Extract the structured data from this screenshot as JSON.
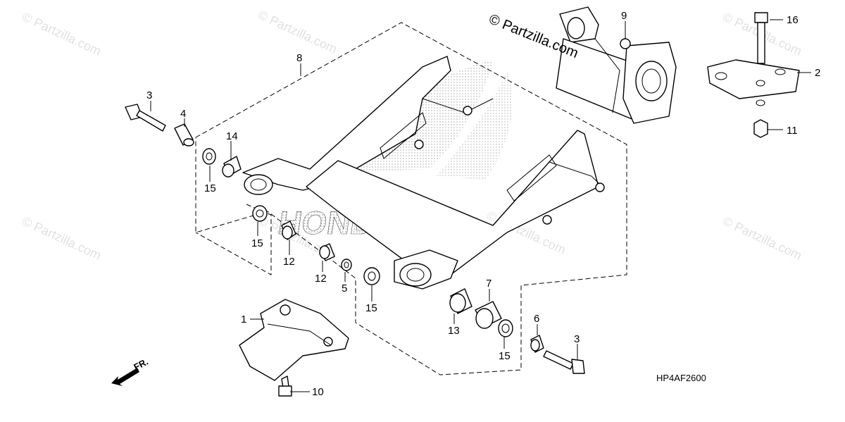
{
  "watermark": {
    "text": "© Partzilla.com"
  },
  "diagram_code": "HP4AF2600",
  "front_indicator": "FR.",
  "logo_text": "HONDA",
  "callouts": {
    "c1": "1",
    "c2": "2",
    "c3a": "3",
    "c3b": "3",
    "c4": "4",
    "c5": "5",
    "c6": "6",
    "c7": "7",
    "c8": "8",
    "c9": "9",
    "c10": "10",
    "c11": "11",
    "c12a": "12",
    "c12b": "12",
    "c13": "13",
    "c14": "14",
    "c15a": "15",
    "c15b": "15",
    "c15c": "15",
    "c15d": "15",
    "c16": "16"
  }
}
